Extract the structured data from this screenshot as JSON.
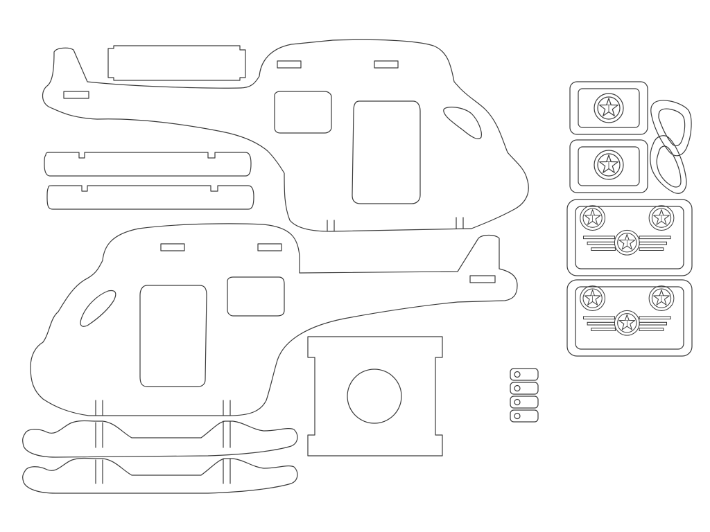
{
  "sheet": {
    "background": "#ffffff",
    "line_color": "#3a3a3a",
    "parts": [
      {
        "id": "fuselage-right",
        "role": "fuselage side (facing right)",
        "count": 1
      },
      {
        "id": "fuselage-left",
        "role": "fuselage side (facing left)",
        "count": 1
      },
      {
        "id": "cross-beam",
        "role": "slotted beam strip",
        "count": 2
      },
      {
        "id": "rotor-blade",
        "role": "top blade tab",
        "count": 1
      },
      {
        "id": "landing-skid",
        "role": "skid runner with two slots",
        "count": 2
      },
      {
        "id": "stand-plate",
        "role": "base plate with round hole",
        "count": 1
      },
      {
        "id": "star-plate-small",
        "role": "square plate with star roundel",
        "count": 2
      },
      {
        "id": "side-window",
        "role": "teardrop window piece",
        "count": 2
      },
      {
        "id": "star-plate-large",
        "role": "plate with three star roundels and wings",
        "count": 2
      },
      {
        "id": "washer",
        "role": "small rounded washer",
        "count": 4
      }
    ]
  }
}
